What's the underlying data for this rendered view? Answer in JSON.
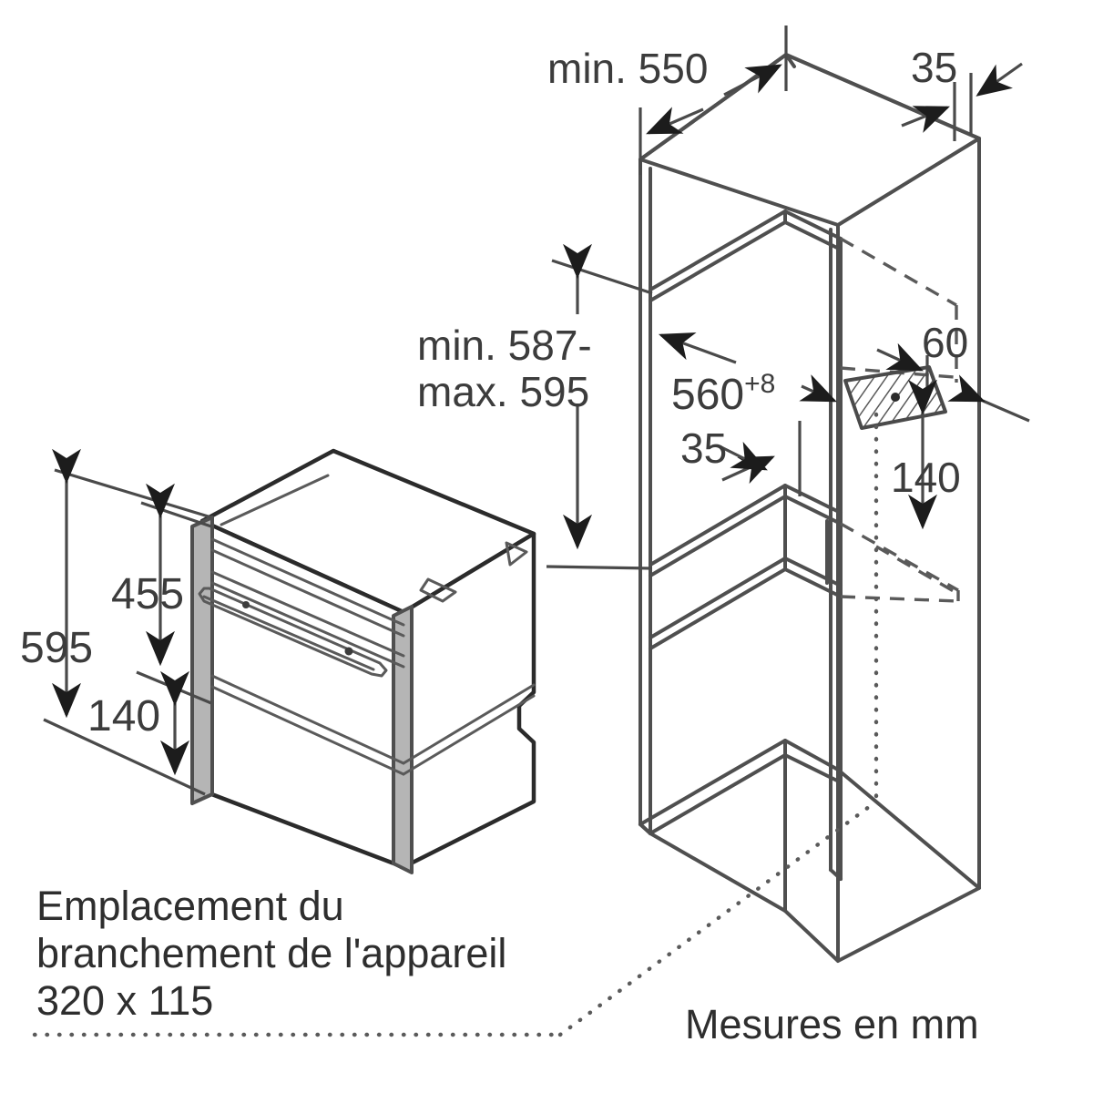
{
  "document": {
    "type": "installation-dimension-diagram",
    "language": "fr",
    "units_note": "Mesures en mm"
  },
  "dimensions": {
    "niche_depth_min": "min. 550",
    "side_panel_thickness_top": "35",
    "niche_height_range": "min. 587-",
    "niche_height_range_2": "max. 595",
    "niche_width_base": "560",
    "niche_width_tolerance": "+8",
    "shelf_thickness": "35",
    "connection_offset_from_side": "60",
    "connection_height_from_shelf": "140",
    "appliance_total_height": "595",
    "appliance_door_height": "455",
    "appliance_base_height": "140"
  },
  "labels": {
    "connection_caption_line1": "Emplacement du",
    "connection_caption_line2": "branchement de l'appareil",
    "connection_caption_line3": "320 x 115",
    "units_label": "Mesures en mm"
  },
  "colors": {
    "line": "#4f4f4f",
    "line_dark": "#2b2b2b",
    "text": "#3c3c3c",
    "panel_grey": "#b5b5b5",
    "background": "#ffffff"
  }
}
